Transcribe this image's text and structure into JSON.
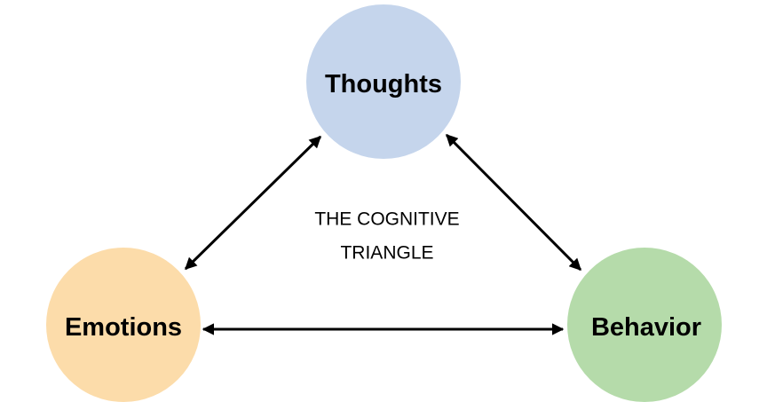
{
  "nodes": {
    "thoughts": {
      "label": "Thoughts",
      "color": "#c5d5ec"
    },
    "emotions": {
      "label": "Emotions",
      "color": "#fcdcaa"
    },
    "behavior": {
      "label": "Behavior",
      "color": "#b5dbaa"
    }
  },
  "center_title": {
    "line1": "THE COGNITIVE",
    "line2": "TRIANGLE"
  },
  "connections": [
    {
      "from": "Thoughts",
      "to": "Emotions",
      "direction": "bidirectional"
    },
    {
      "from": "Thoughts",
      "to": "Behavior",
      "direction": "bidirectional"
    },
    {
      "from": "Emotions",
      "to": "Behavior",
      "direction": "bidirectional"
    }
  ],
  "arrow_color": "#000000"
}
